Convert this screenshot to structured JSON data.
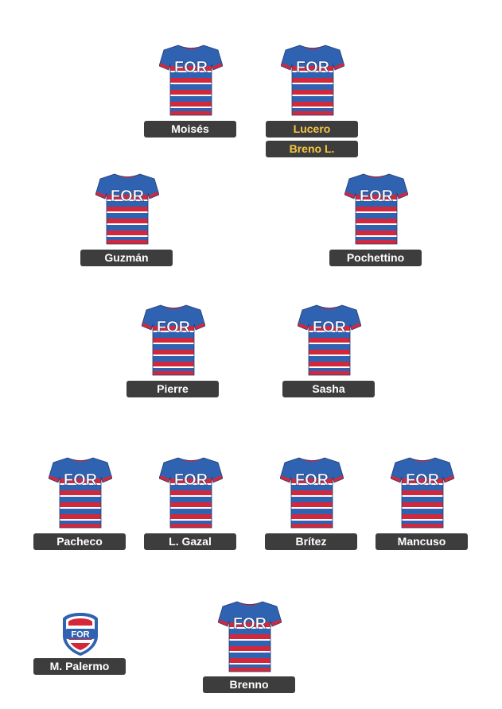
{
  "team": {
    "crest_text": "FOR",
    "colors": {
      "blue": "#2f62b0",
      "red": "#d3283b",
      "white": "#ffffff",
      "label_bg": "#3d3d3d",
      "sub_label": "#f6c744"
    }
  },
  "lineup": {
    "forwards": [
      {
        "name": "Moisés"
      },
      {
        "name": "Lucero",
        "substitute": "Breno L."
      }
    ],
    "wingers": [
      {
        "name": "Guzmán"
      },
      {
        "name": "Pochettino"
      }
    ],
    "midfielders": [
      {
        "name": "Pierre"
      },
      {
        "name": "Sasha"
      }
    ],
    "defenders": [
      {
        "name": "Pacheco"
      },
      {
        "name": "L. Gazal"
      },
      {
        "name": "Brítez"
      },
      {
        "name": "Mancuso"
      }
    ],
    "goalkeeper": {
      "name": "Brenno"
    }
  },
  "coach": {
    "name": "M. Palermo",
    "icon": "team-crest-icon"
  }
}
